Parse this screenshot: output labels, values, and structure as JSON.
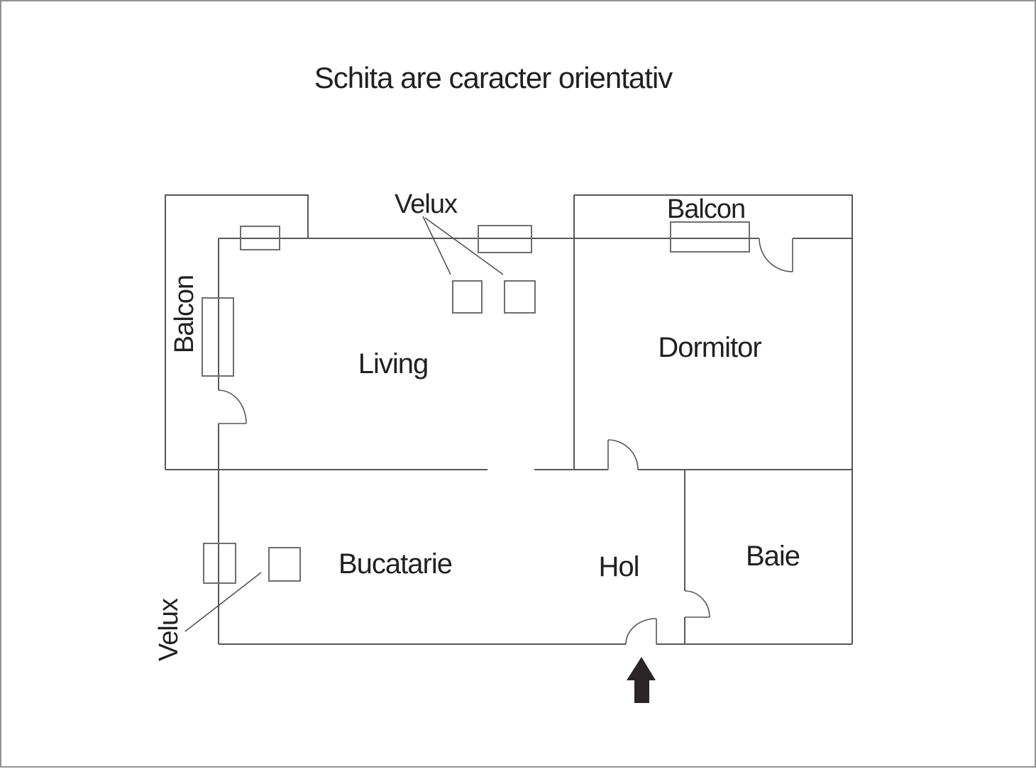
{
  "title": "Schita are caracter orientativ",
  "rooms": {
    "living": {
      "label": "Living"
    },
    "dormitor": {
      "label": "Dormitor"
    },
    "bucatarie": {
      "label": "Bucatarie"
    },
    "hol": {
      "label": "Hol"
    },
    "baie": {
      "label": "Baie"
    }
  },
  "balconies": {
    "left": {
      "label": "Balcon",
      "orientation": "vertical-text"
    },
    "top_right": {
      "label": "Balcon",
      "orientation": "horizontal-text"
    }
  },
  "skylights": {
    "top": {
      "label": "Velux",
      "squares": 2
    },
    "kitchen": {
      "label": "Velux",
      "squares": 1
    }
  },
  "entrance": {
    "icon": "up-arrow"
  },
  "colors": {
    "background": "#ffffff",
    "wall": "#57575a",
    "window": "#6d6e70",
    "text": "#231f20",
    "arrow": "#2a2627",
    "canvas_border": "#919191"
  }
}
